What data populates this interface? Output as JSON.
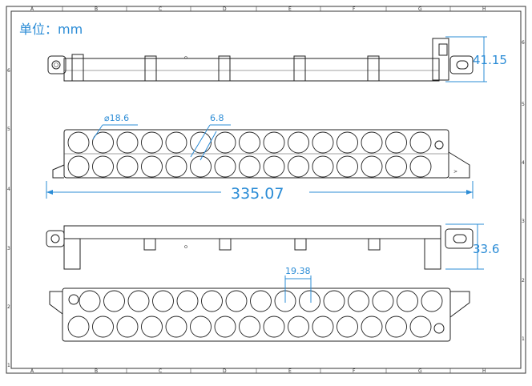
{
  "sheet": {
    "unit_label": "单位：mm",
    "columns": [
      "A",
      "B",
      "C",
      "D",
      "E",
      "F",
      "G",
      "H"
    ],
    "rows": [
      "6",
      "5",
      "4",
      "3",
      "2",
      "1"
    ]
  },
  "dimensions": {
    "top_view_height": "41.15",
    "hole_diameter": "⌀18.6",
    "rib_gap": "6.8",
    "overall_length": "335.07",
    "side_view_height": "33.6",
    "hole_pitch": "19.38"
  },
  "colors": {
    "dimension": "#2b8cd6",
    "outline": "#222222",
    "frame": "#333333"
  }
}
